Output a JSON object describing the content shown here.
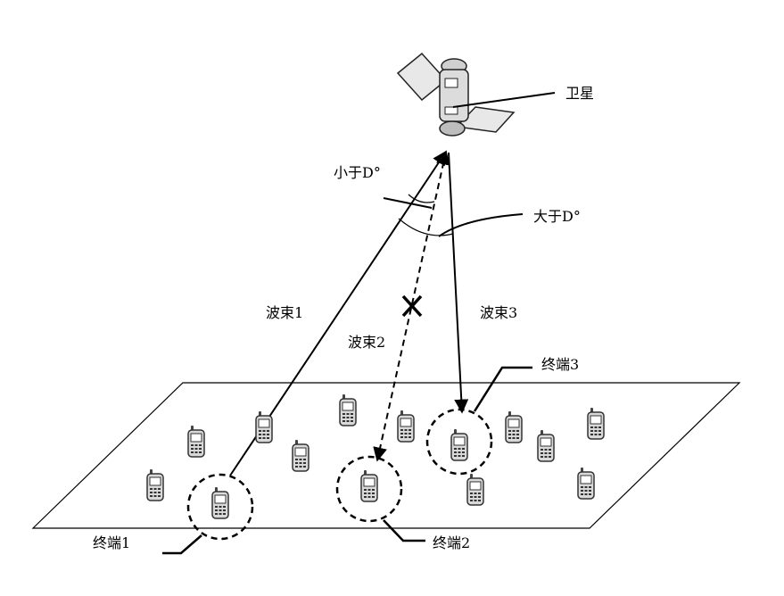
{
  "labels": {
    "satellite": "卫星",
    "angle_small": "小于D°",
    "angle_large": "大于D°",
    "beam1": "波束1",
    "beam2": "波束2",
    "beam3": "波束3",
    "terminal1": "终端1",
    "terminal2": "终端2",
    "terminal3": "终端3"
  },
  "colors": {
    "line": "#000000",
    "phone_body": "#d9d9d9",
    "satellite_body": "#dcdcdc"
  },
  "icons": {
    "satellite": "satellite-icon",
    "terminal": "mobile-phone-icon",
    "blocked": "cross-mark-icon"
  }
}
